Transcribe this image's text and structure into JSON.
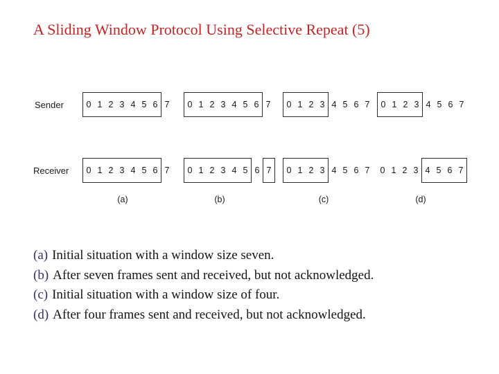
{
  "title": "A Sliding Window Protocol Using Selective Repeat (5)",
  "diagram": {
    "sender_label": "Sender",
    "receiver_label": "Receiver",
    "groups": [
      {
        "label": "(a)",
        "sender": [
          {
            "nums": [
              "0",
              "1",
              "2",
              "3",
              "4",
              "5",
              "6"
            ],
            "boxed": true
          },
          {
            "nums": [
              "7"
            ],
            "boxed": false
          }
        ],
        "receiver": [
          {
            "nums": [
              "0",
              "1",
              "2",
              "3",
              "4",
              "5",
              "6"
            ],
            "boxed": true
          },
          {
            "nums": [
              "7"
            ],
            "boxed": false
          }
        ]
      },
      {
        "label": "(b)",
        "sender": [
          {
            "nums": [
              "0",
              "1",
              "2",
              "3",
              "4",
              "5",
              "6"
            ],
            "boxed": true
          },
          {
            "nums": [
              "7"
            ],
            "boxed": false
          }
        ],
        "receiver": [
          {
            "nums": [
              "0",
              "1",
              "2",
              "3",
              "4",
              "5"
            ],
            "boxed": true
          },
          {
            "nums": [
              "6"
            ],
            "boxed": false
          },
          {
            "nums": [
              "7"
            ],
            "boxed": true
          }
        ]
      },
      {
        "label": "(c)",
        "sender": [
          {
            "nums": [
              "0",
              "1",
              "2",
              "3"
            ],
            "boxed": true
          },
          {
            "nums": [
              "4",
              "5",
              "6",
              "7"
            ],
            "boxed": false
          }
        ],
        "receiver": [
          {
            "nums": [
              "0",
              "1",
              "2",
              "3"
            ],
            "boxed": true
          },
          {
            "nums": [
              "4",
              "5",
              "6",
              "7"
            ],
            "boxed": false
          }
        ]
      },
      {
        "label": "(d)",
        "sender": [
          {
            "nums": [
              "0",
              "1",
              "2",
              "3"
            ],
            "boxed": true
          },
          {
            "nums": [
              "4",
              "5",
              "6",
              "7"
            ],
            "boxed": false
          }
        ],
        "receiver": [
          {
            "nums": [
              "0",
              "1",
              "2",
              "3"
            ],
            "boxed": false
          },
          {
            "nums": [
              "4",
              "5",
              "6",
              "7"
            ],
            "boxed": true
          }
        ]
      }
    ]
  },
  "captions": [
    {
      "prefix": "(a)",
      "text": "Initial situation with a window size seven."
    },
    {
      "prefix": "(b)",
      "text": "After seven frames sent and received, but not acknowledged."
    },
    {
      "prefix": "(c)",
      "text": "Initial situation with a window size of four."
    },
    {
      "prefix": "(d)",
      "text": "After four frames sent and received, but not acknowledged."
    }
  ],
  "colors": {
    "title": "#c12626",
    "caption_prefix": "#333366",
    "body_text": "#141414",
    "box_border": "#2b2b2b"
  }
}
